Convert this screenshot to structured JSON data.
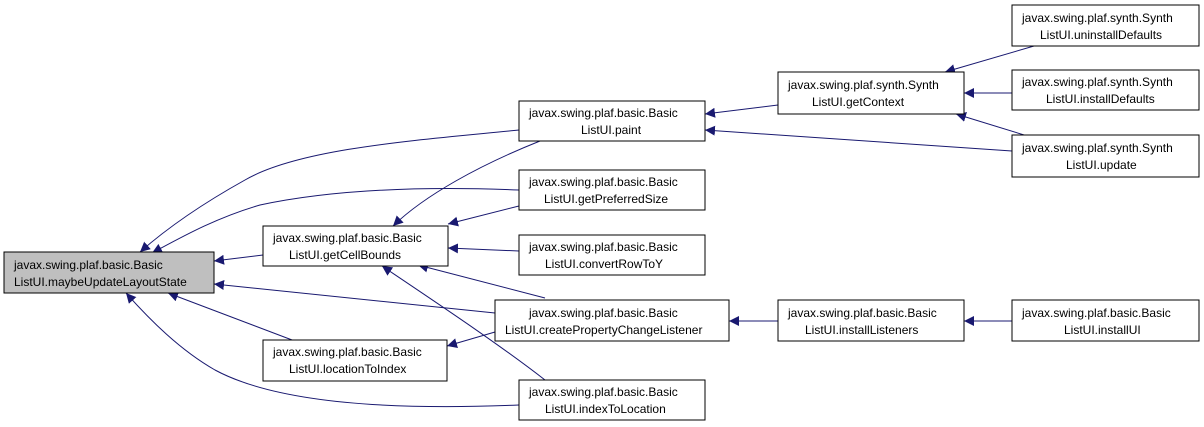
{
  "colors": {
    "edge": "#191970",
    "root_fill": "#bfbfbf",
    "node_fill": "#ffffff",
    "border": "#000000"
  },
  "nodes": {
    "maybeUpdateLayoutState": {
      "line1": "javax.swing.plaf.basic.Basic",
      "line2": "ListUI.maybeUpdateLayoutState"
    },
    "getCellBounds": {
      "line1": "javax.swing.plaf.basic.Basic",
      "line2": "ListUI.getCellBounds"
    },
    "locationToIndex": {
      "line1": "javax.swing.plaf.basic.Basic",
      "line2": "ListUI.locationToIndex"
    },
    "paint": {
      "line1": "javax.swing.plaf.basic.Basic",
      "line2": "ListUI.paint"
    },
    "getPreferredSize": {
      "line1": "javax.swing.plaf.basic.Basic",
      "line2": "ListUI.getPreferredSize"
    },
    "convertRowToY": {
      "line1": "javax.swing.plaf.basic.Basic",
      "line2": "ListUI.convertRowToY"
    },
    "createPropertyChangeListener": {
      "line1": "javax.swing.plaf.basic.Basic",
      "line2": "ListUI.createPropertyChangeListener"
    },
    "indexToLocation": {
      "line1": "javax.swing.plaf.basic.Basic",
      "line2": "ListUI.indexToLocation"
    },
    "getContext": {
      "line1": "javax.swing.plaf.synth.Synth",
      "line2": "ListUI.getContext"
    },
    "installListeners": {
      "line1": "javax.swing.plaf.basic.Basic",
      "line2": "ListUI.installListeners"
    },
    "uninstallDefaults": {
      "line1": "javax.swing.plaf.synth.Synth",
      "line2": "ListUI.uninstallDefaults"
    },
    "installDefaults": {
      "line1": "javax.swing.plaf.synth.Synth",
      "line2": "ListUI.installDefaults"
    },
    "update": {
      "line1": "javax.swing.plaf.synth.Synth",
      "line2": "ListUI.update"
    },
    "installUI": {
      "line1": "javax.swing.plaf.basic.Basic",
      "line2": "ListUI.installUI"
    }
  }
}
